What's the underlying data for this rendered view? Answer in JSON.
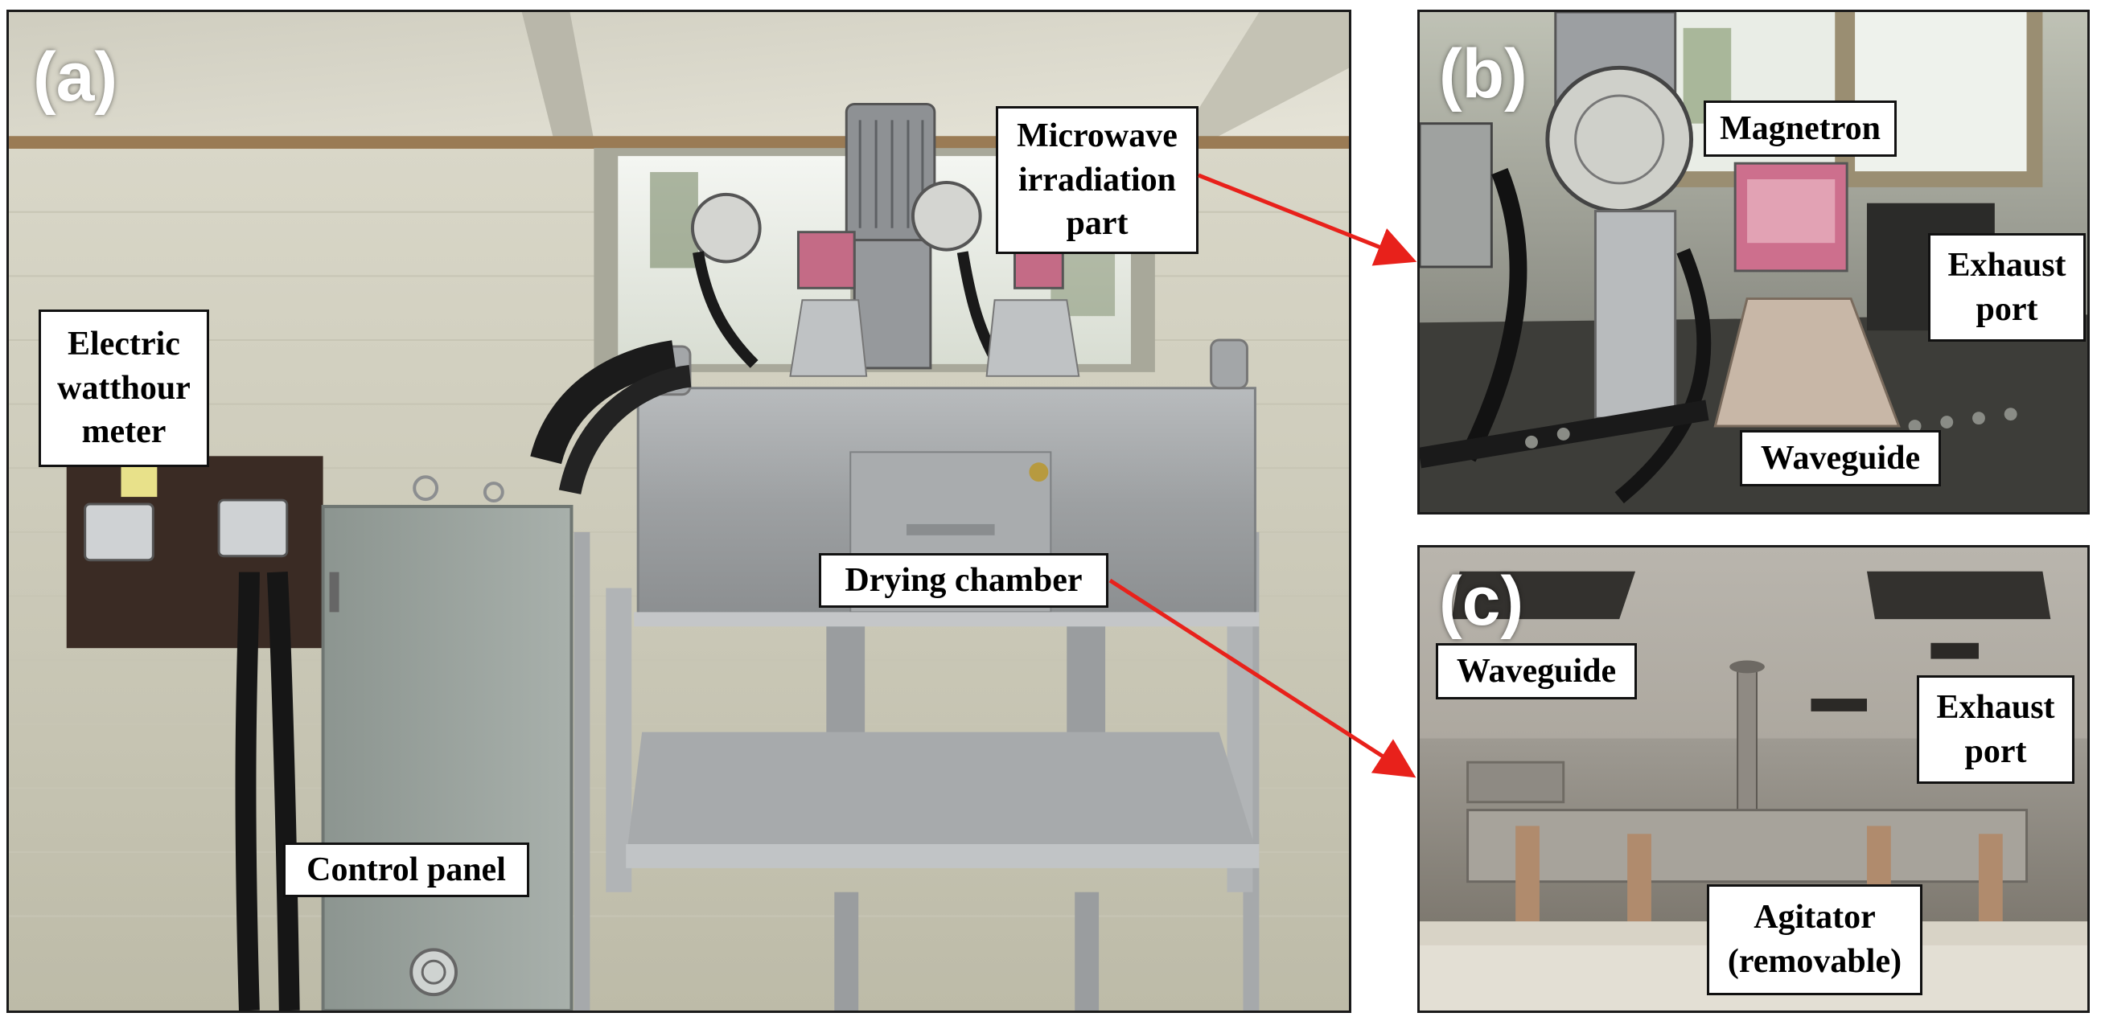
{
  "panels": {
    "a": {
      "letter": "(a)",
      "labels": {
        "microwave": [
          "Microwave",
          "irradiation",
          "part"
        ],
        "meter": [
          "Electric",
          "watthour",
          "meter"
        ],
        "drying": "Drying chamber",
        "control": "Control panel"
      }
    },
    "b": {
      "letter": "(b)",
      "labels": {
        "magnetron": "Magnetron",
        "exhaust": [
          "Exhaust",
          "port"
        ],
        "waveguide": "Waveguide"
      }
    },
    "c": {
      "letter": "(c)",
      "labels": {
        "waveguide": "Waveguide",
        "exhaust": [
          "Exhaust",
          "port"
        ],
        "agitator": [
          "Agitator",
          "(removable)"
        ]
      }
    }
  },
  "colors": {
    "arrow": "#e8211b",
    "label_border": "#111111"
  }
}
